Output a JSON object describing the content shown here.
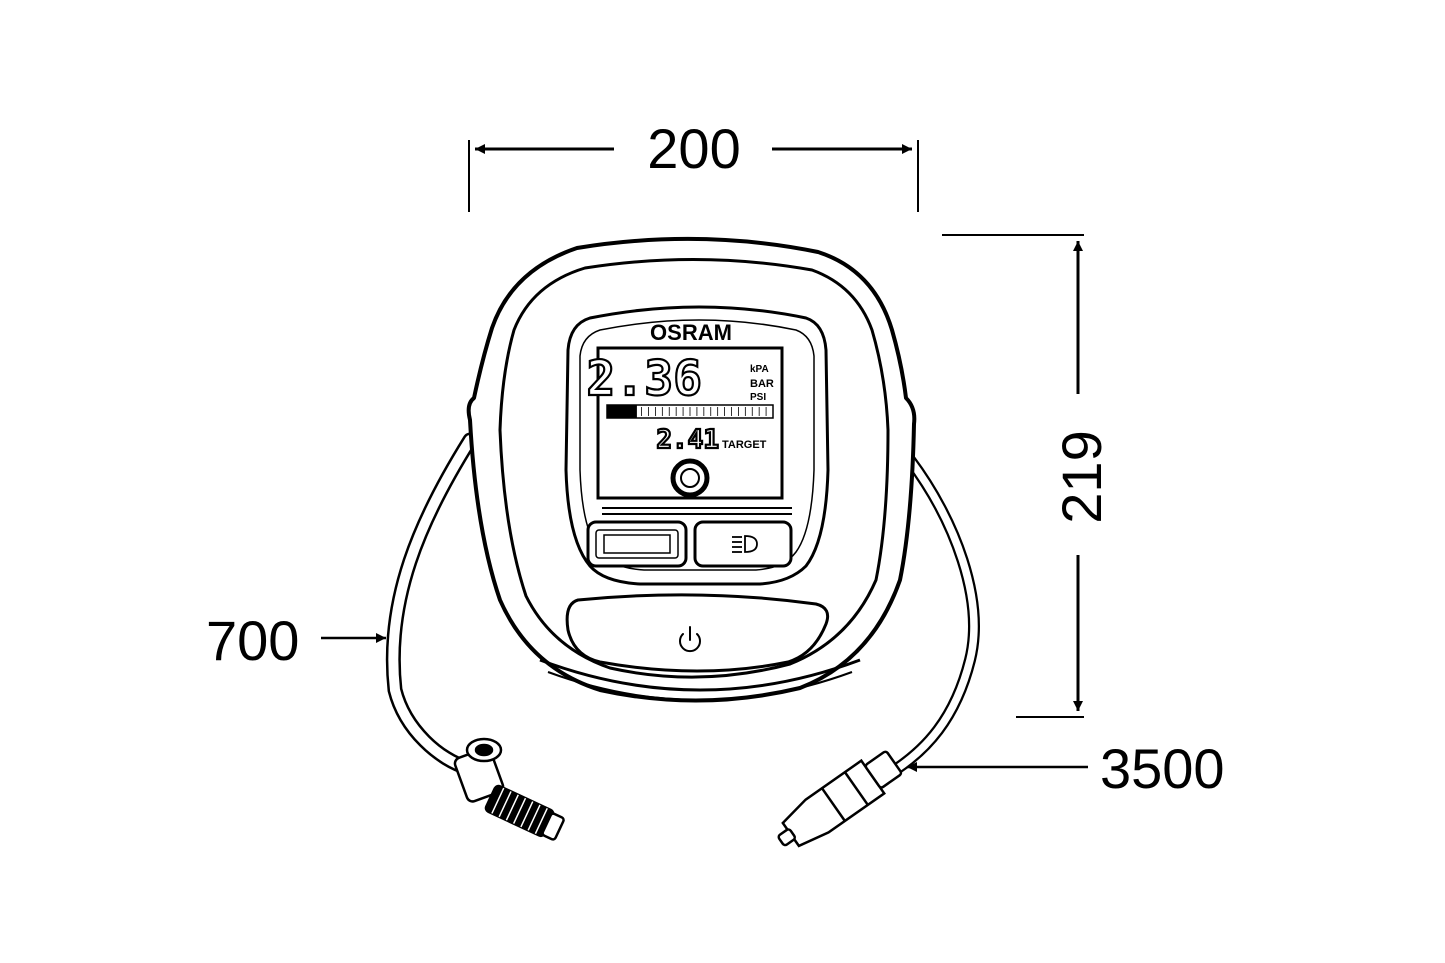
{
  "dimensions": {
    "width": "200",
    "height": "219",
    "hose_length": "700",
    "cable_length": "3500"
  },
  "device": {
    "brand": "OSRAM",
    "display": {
      "current_value": "2.36",
      "units": [
        "kPA",
        "BAR",
        "PSI"
      ],
      "target_value": "2.41",
      "target_label": "TARGET",
      "progress_fraction": 0.06
    },
    "buttons": {
      "mode": "mode-button",
      "light": "light-button",
      "power": "power-button"
    }
  },
  "colors": {
    "line": "#000000",
    "background": "#ffffff",
    "lcd": "#ffffff",
    "faint_unit": "#bfbfbf"
  }
}
